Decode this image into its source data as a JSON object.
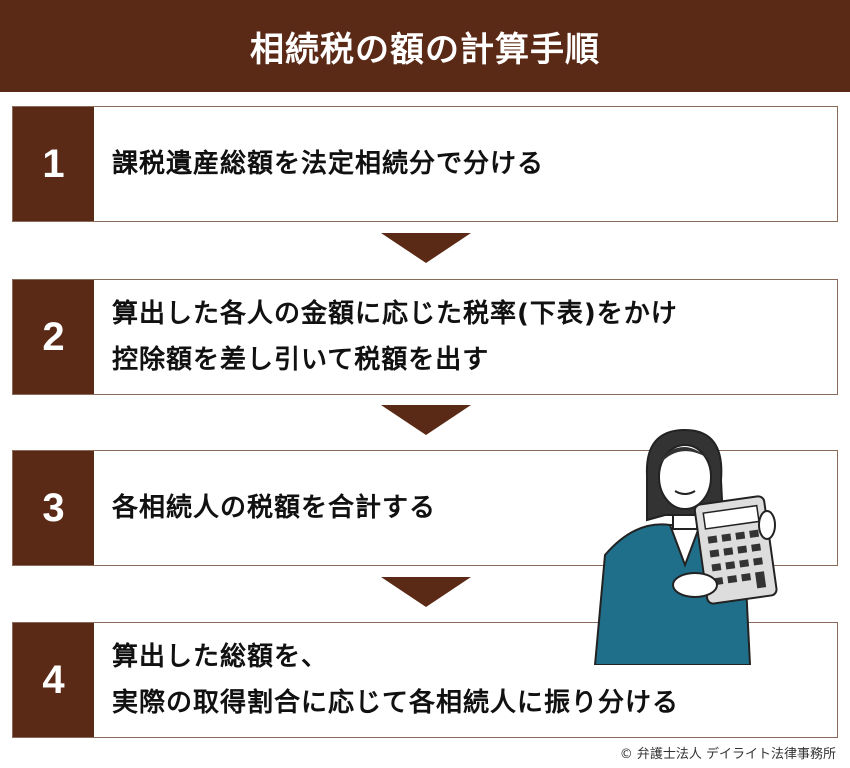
{
  "title": "相続税の額の計算手順",
  "steps": [
    {
      "number": "1",
      "lines": [
        "課税遺産総額を法定相続分で分ける"
      ]
    },
    {
      "number": "2",
      "lines": [
        "算出した各人の金額に応じた税率(下表)をかけ",
        "控除額を差し引いて税額を出す"
      ]
    },
    {
      "number": "3",
      "lines": [
        "各相続人の税額を合計する"
      ]
    },
    {
      "number": "4",
      "lines": [
        "算出した総額を、",
        "実際の取得割合に応じて各相続人に振り分ける"
      ]
    }
  ],
  "copyright": "© 弁護士法人 デイライト法律事務所",
  "colors": {
    "brand": "#5a2a16",
    "jacket": "#1f6f8b"
  },
  "illustration": "woman-holding-calculator"
}
